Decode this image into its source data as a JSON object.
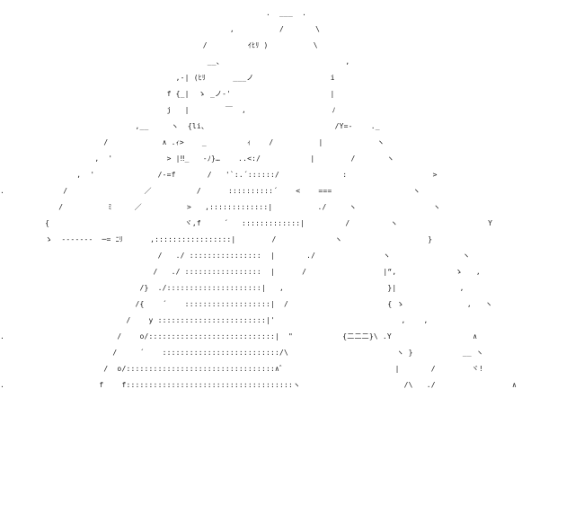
{
  "art": {
    "lines": [
      "                                                           .  ___  .",
      "                                                   ,          /       \\",
      "                                             /         ｲﾋﾘ )          \\",
      "                                              __、                           ,",
      "                                       ,‐| (ﾋﾘ      ___ノ                 i",
      "                                     f {_|  ゝ _ノ‐'                      |",
      "                                     j   |        ￣  ,                   ﾉ",
      "                              ,__     ヽ  {li、                            /Y=-    ._",
      "                       /            ∧ .ｨ>    _         ｨ    /          |            ヽ",
      "                     ,  '            > |‼_   ‐ﾉ}…    ..<:/           |        /       ヽ",
      "                 ,  '              /‐=f       /   '`:.´::::::/              :                   >",
      ".             /                 ／          /      ::::::::::´    <    ===                  ヽ",
      "             /          ﾐ     ／          >   ,:::::::::::::|          ./     ヽ                 ヽ",
      "          {                              ヾ,f     ´   :::::::::::::|         /         ヽ                    Y",
      "          ゝ  -------  ─= ﾆﾘ      ,:::::::::::::::::|        /             ヽ                   }",
      "                                   /   ./ ::::::::::::::::  |       ./               ヽ                ヽ",
      "                                  /   ./ :::::::::::::::::  |      /                 |“,             ゝ   ,",
      "                               /}  ./:::::::::::::::::::::|   ,                       }|              ,",
      "                              /{    ´    :::::::::::::::::::|  /                      { ゝ              ,   ヽ",
      "                            /    y ::::::::::::::::::::::::|'                            ,    ,",
      ".                         /    o/::::::::::::::::::::::::::::|  \"           {二二二}\\ .Y                  ∧",
      "                         /     ´    ::::::::::::::::::::::::::/\\                        ヽ }           __ ヽ",
      "                       /  o/:::::::::::::::::::::::::::::::::∧゛                        |       /        ヾ!",
      ".                     f    f:::::::::::::::::::::::::::::::::::::ヽ                       /\\   ./                 ∧"
    ]
  }
}
